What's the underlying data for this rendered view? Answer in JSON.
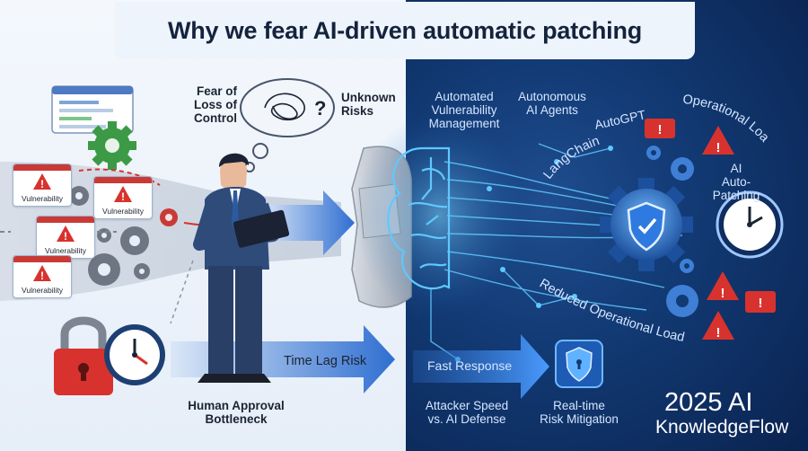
{
  "title": "Why we fear AI-driven automatic patching",
  "left": {
    "fear_of_loss_of_control": "Fear of\nLoss of\nControl",
    "unknown_risks": "Unknown\nRisks",
    "vulnerability_label": "Vulnerability",
    "time_lag_risk": "Time Lag Risk",
    "human_approval_bottleneck": "Human Approval\nBottleneck"
  },
  "right": {
    "automated_vulnerability_management": "Automated\nVulnerability\nManagement",
    "autonomous_ai_agents": "Autonomous\nAI Agents",
    "autogpt": "AutoGPT",
    "langchain": "LangChain",
    "operational_load": "Operational Load",
    "ai_auto_patching": "AI\nAuto-Patching",
    "reduced_operational_load": "Reduced Operational Load",
    "fast_response": "Fast Response",
    "attacker_speed_vs_ai_defense": "Attacker Speed\nvs. AI Defense",
    "realtime_risk_mitigation": "Real-time\nRisk Mitigation"
  },
  "brand": {
    "line1": "2025 AI",
    "line2": "KnowledgeFlow"
  },
  "colors": {
    "left_bg": "#eef3fa",
    "right_bg": "#123a74",
    "alert_red": "#d8322e",
    "arrow_blue": "#2f6fd1",
    "gear_green": "#3c9a46",
    "gear_grey": "#6f7683",
    "suit_navy": "#2e4b7a",
    "circuit_cyan": "#5fc8ff"
  }
}
